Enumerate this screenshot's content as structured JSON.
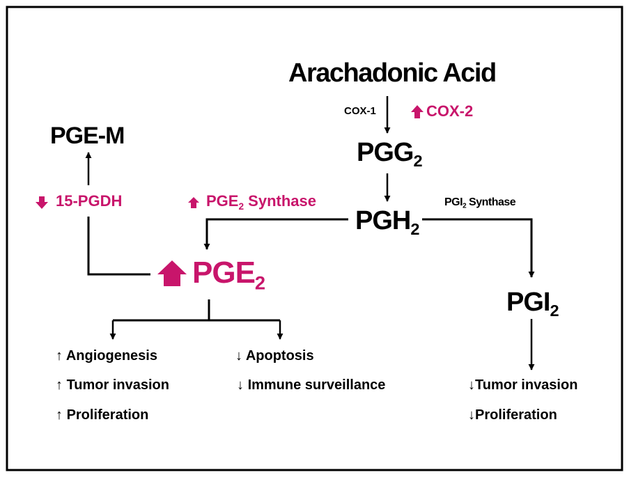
{
  "colors": {
    "accent": "#c8156b",
    "line": "#000000",
    "text": "#000000",
    "frame": "#000000",
    "background": "#ffffff"
  },
  "nodes": {
    "arachidonic_acid": "Arachadonic Acid",
    "pgg": "PGG",
    "pgg_sub": "2",
    "pgh": "PGH",
    "pgh_sub": "2",
    "pge_m": "PGE-M",
    "pge": "PGE",
    "pge_sub": "2",
    "pgi": "PGI",
    "pgi_sub": "2"
  },
  "enzymes": {
    "cox1": "COX-1",
    "cox2": "COX-2",
    "cox2_direction": "up",
    "pgdh": "15-PGDH",
    "pgdh_direction": "down",
    "pge_synthase_prefix": "PGE",
    "pge_synthase_sub": "2",
    "pge_synthase_suffix": "Synthase",
    "pge_synthase_direction": "up",
    "pgi_synthase_prefix": "PGI",
    "pgi_synthase_sub": "2",
    "pgi_synthase_suffix": "Synthase",
    "pge_level_direction": "up"
  },
  "effects": {
    "pge_left": [
      {
        "arrow": "↑",
        "label": "Angiogenesis"
      },
      {
        "arrow": "↑",
        "label": "Tumor invasion"
      },
      {
        "arrow": "↑",
        "label": "Proliferation"
      }
    ],
    "pge_right": [
      {
        "arrow": "↓",
        "label": "Apoptosis"
      },
      {
        "arrow": "↓",
        "label": "Immune surveillance"
      }
    ],
    "pgi": [
      {
        "arrow": "↓",
        "label": "Tumor invasion"
      },
      {
        "arrow": "↓",
        "label": "Proliferation"
      }
    ]
  },
  "icons": {
    "up_arrow": "up-block-arrow-icon",
    "down_arrow": "down-block-arrow-icon"
  }
}
